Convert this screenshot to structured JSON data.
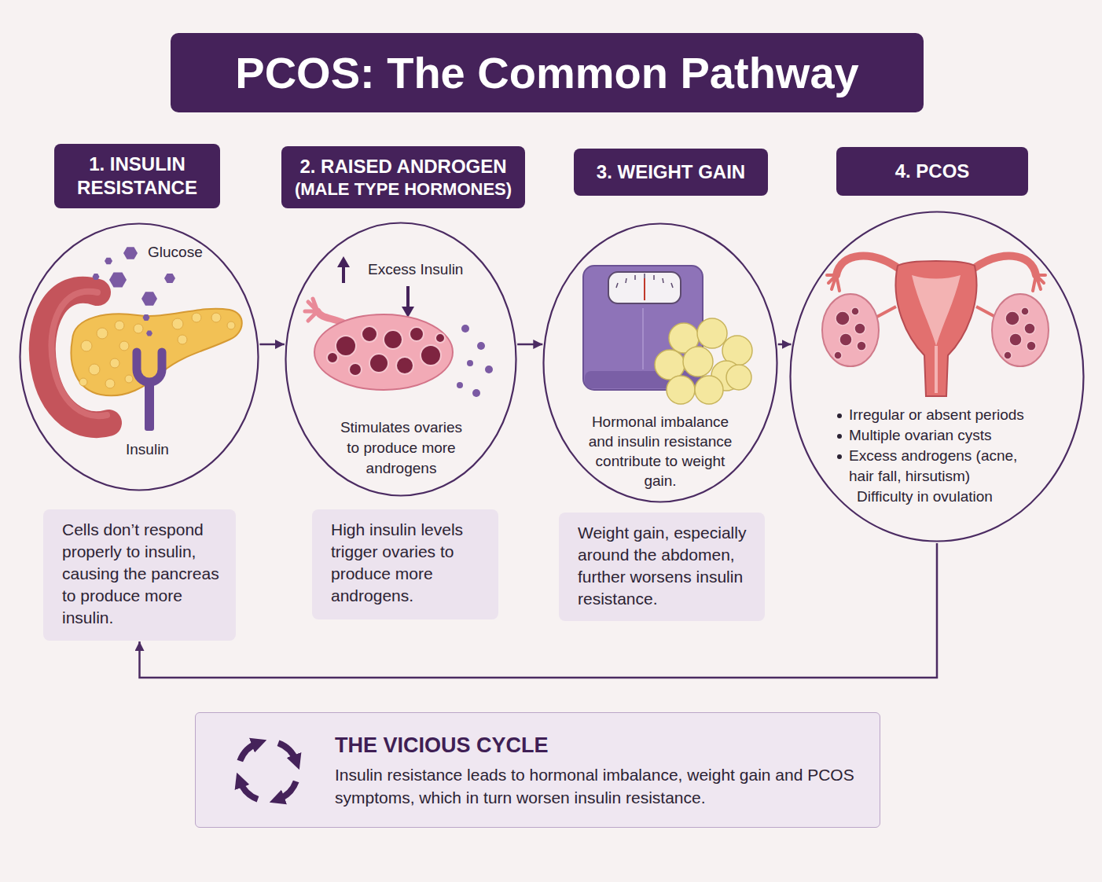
{
  "diagram": {
    "title": "PCOS: The Common Pathway",
    "nodes": [
      {
        "text": [
          "1. INSULIN RESISTANCE"
        ]
      },
      {
        "text": [
          "2. RAISED ANDROGEN",
          "(MALE TYPE HORMONES)"
        ]
      },
      {
        "text": [
          "3. WEIGHT GAIN"
        ]
      },
      {
        "text": [
          "4. PCOS"
        ]
      },
      {
        "text": [
          "Glucose",
          "Insulin"
        ]
      },
      {
        "text": [
          "Excess Insulin",
          "Stimulates ovaries to produce more androgens"
        ]
      },
      {
        "text": [
          "Hormonal imbalance and insulin resistance contribute to weight gain."
        ]
      },
      {
        "text": [
          "Irregular or absent periods",
          "Multiple ovarian cysts",
          "Excess androgens (acne, hair fall, hirsutism)",
          "Difficulty in ovulation"
        ]
      },
      {
        "text": [
          "Cells don’t respond properly to insulin, causing the pancreas to produce more insulin."
        ]
      },
      {
        "text": [
          "High insulin levels trigger ovaries to produce more androgens."
        ]
      },
      {
        "text": [
          "Weight gain, especially around the abdomen, further worsens insulin resistance."
        ]
      },
      {
        "text": [
          "THE VICIOUS CYCLE",
          "Insulin resistance leads to hormonal imbalance, weight gain and PCOS symptoms, which in turn worsen insulin resistance."
        ]
      }
    ],
    "edges": [
      {
        "from": 4,
        "to": 5,
        "arrow": "to"
      },
      {
        "from": 5,
        "to": 6,
        "arrow": "to"
      },
      {
        "from": 6,
        "to": 7,
        "arrow": "to"
      },
      {
        "from": 7,
        "to": 8,
        "arrow": "to"
      }
    ]
  }
}
